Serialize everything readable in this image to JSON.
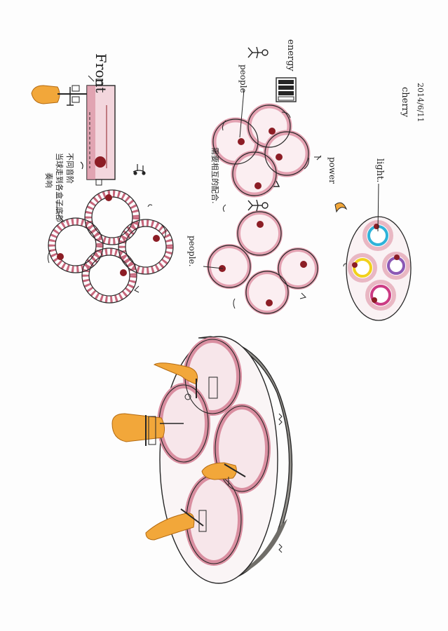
{
  "labels": {
    "front": "Front",
    "people_top": "people",
    "energy": "energy",
    "power": "power",
    "light": "light.",
    "people_left": "people.",
    "author": "cherry",
    "date": "2014/6/11",
    "note_cn_1": "不同音阶",
    "note_cn_2": "当球走到各盒子底部",
    "note_cn_3": "奏响",
    "note_cn_4": "需要相互的配合."
  },
  "colors": {
    "pink": "#c2576f",
    "pink_light": "#e9b7c3",
    "red_ball": "#8c1d25",
    "orange": "#f2a73a",
    "gray": "#8f8d88",
    "ink": "#262626",
    "cyan": "#2fb3d9",
    "yellow": "#f1d11c",
    "purple": "#8c58b5",
    "magenta": "#cc3c84"
  }
}
